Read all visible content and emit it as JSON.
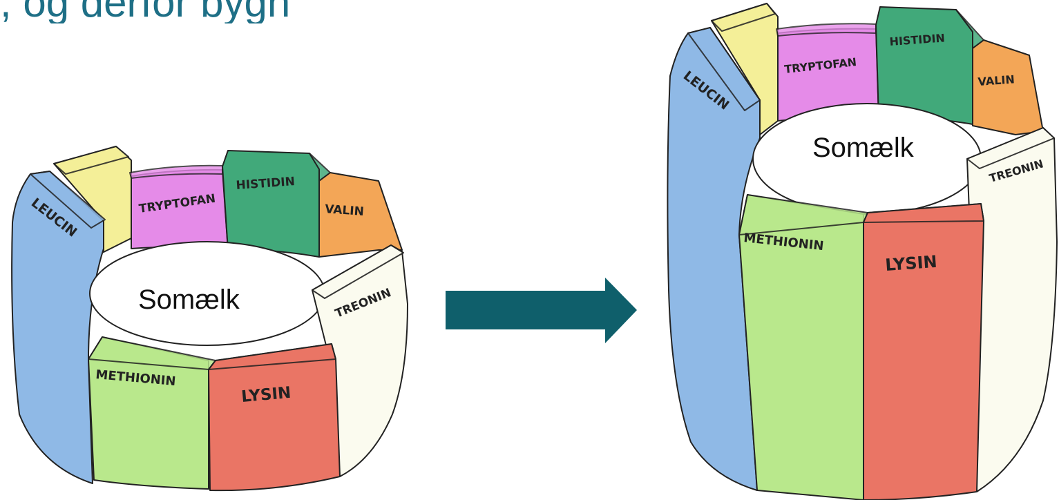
{
  "title": ", og derfor bygn",
  "colors": {
    "leucin": "#8fb9e6",
    "yellow_stave": "#f4ef98",
    "tryptofan": "#e58be8",
    "histidin": "#41a97a",
    "valin": "#f3a657",
    "treonin": "#fbfbef",
    "methionin": "#b9e88c",
    "lysin": "#ea7565",
    "arrow": "#0f5f6b",
    "title": "#1e6f86"
  },
  "left_barrel": {
    "center_label": "Somælk",
    "staves": {
      "leucin": "LEUCIN",
      "tryptofan": "TRYPTOFAN",
      "histidin": "HISTIDIN",
      "valin": "VALIN",
      "treonin": "TREONIN",
      "methionin": "METHIONIN",
      "lysin": "LYSIN"
    }
  },
  "right_barrel": {
    "center_label": "Somælk",
    "staves": {
      "leucin": "LEUCIN",
      "tryptofan": "TRYPTOFAN",
      "histidin": "HISTIDIN",
      "valin": "VALIN",
      "treonin": "TREONIN",
      "methionin": "METHIONIN",
      "lysin": "LYSIN"
    }
  }
}
